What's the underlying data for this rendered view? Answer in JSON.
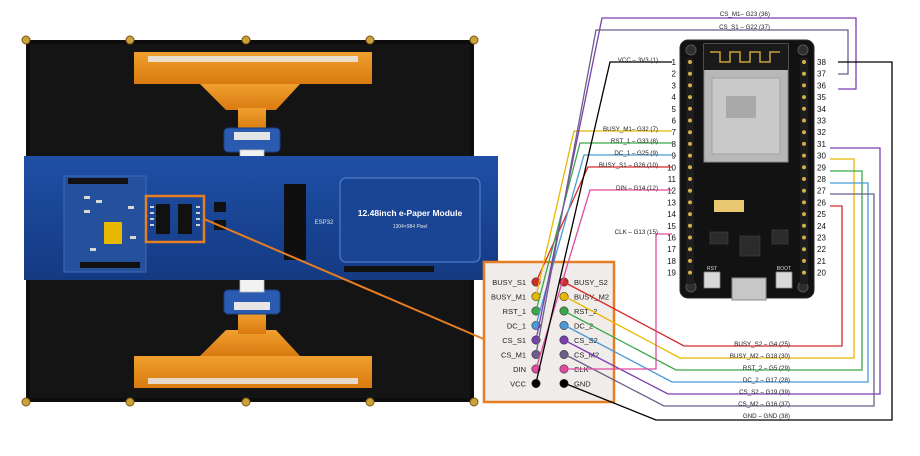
{
  "module": {
    "title": "12.48inch e-Paper Module",
    "resolution": "1304×984 Pixel",
    "chip_label": "ESP32"
  },
  "connector_box": {
    "left_pins": [
      {
        "label": "BUSY_S1",
        "color": "#d62a2a"
      },
      {
        "label": "BUSY_M1",
        "color": "#e8b800"
      },
      {
        "label": "RST_1",
        "color": "#3aa84a"
      },
      {
        "label": "DC_1",
        "color": "#4a9ad8"
      },
      {
        "label": "CS_S1",
        "color": "#7a3fb0"
      },
      {
        "label": "CS_M1",
        "color": "#6b5f8a"
      },
      {
        "label": "DIN",
        "color": "#e04aa0"
      },
      {
        "label": "VCC",
        "color": "#000000"
      }
    ],
    "right_pins": [
      {
        "label": "BUSY_S2",
        "color": "#d62a2a"
      },
      {
        "label": "BUSY_M2",
        "color": "#e8b800"
      },
      {
        "label": "RST_2",
        "color": "#3aa84a"
      },
      {
        "label": "DC_2",
        "color": "#4a9ad8"
      },
      {
        "label": "CS_S2",
        "color": "#7a3fb0"
      },
      {
        "label": "CS_M2",
        "color": "#6b5f8a"
      },
      {
        "label": "CLK",
        "color": "#e04aa0"
      },
      {
        "label": "GND",
        "color": "#000000"
      }
    ]
  },
  "esp32": {
    "left_pin_numbers": [
      "1",
      "2",
      "3",
      "4",
      "5",
      "6",
      "7",
      "8",
      "9",
      "10",
      "11",
      "12",
      "13",
      "14",
      "15",
      "16",
      "17",
      "18",
      "19"
    ],
    "right_pin_numbers": [
      "38",
      "37",
      "36",
      "35",
      "34",
      "33",
      "32",
      "31",
      "30",
      "29",
      "28",
      "27",
      "26",
      "25",
      "24",
      "23",
      "22",
      "21",
      "20"
    ],
    "button_labels": [
      "RST",
      "BOOT"
    ]
  },
  "wire_labels_top": [
    {
      "text": "CS_M1– G23 (36)",
      "color": "#7a3fb0"
    },
    {
      "text": "CS_S1 – G22 (37)",
      "color": "#7a3fb0"
    },
    {
      "text": "VCC – 3V3 (1)",
      "color": "#000000"
    },
    {
      "text": "BUSY_M1– G32 (7)",
      "color": "#e8b800"
    },
    {
      "text": "RST_1 – G33 (8)",
      "color": "#3aa84a"
    },
    {
      "text": "DC_1 – G25 (9)",
      "color": "#4a9ad8"
    },
    {
      "text": "BUSY_S1 – G26 (10)",
      "color": "#d62a2a"
    },
    {
      "text": "DIN – G14 (12)",
      "color": "#e04aa0"
    },
    {
      "text": "CLK – G13 (15)",
      "color": "#e04aa0"
    }
  ],
  "wire_labels_bottom": [
    {
      "text": "BUSY_S2 – G4 (25)",
      "color": "#d62a2a"
    },
    {
      "text": "BUSY_M2 – G18 (30)",
      "color": "#e8b800"
    },
    {
      "text": "RST_2 – G5 (29)",
      "color": "#3aa84a"
    },
    {
      "text": "DC_2 – G17 (28)",
      "color": "#4a9ad8"
    },
    {
      "text": "CS_S2 – G19 (39)",
      "color": "#7a3fb0"
    },
    {
      "text": "CS_M2 – G16 (37)",
      "color": "#6b5f8a"
    },
    {
      "text": "GND – GND (38)",
      "color": "#000000"
    }
  ]
}
